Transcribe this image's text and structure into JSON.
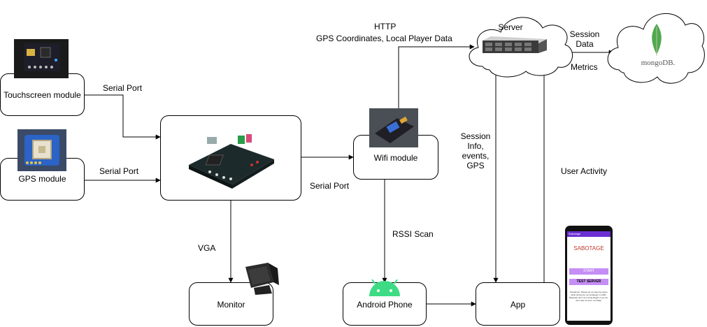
{
  "nodes": {
    "touchscreen": "Touchscreen module",
    "gps": "GPS module",
    "monitor": "Monitor",
    "wifi": "Wifi module",
    "android": "Android Phone",
    "app": "App",
    "server": "Server"
  },
  "edges": {
    "serial1": "Serial Port",
    "serial2": "Serial Port",
    "serial3": "Serial Port",
    "vga": "VGA",
    "http_line1": "HTTP",
    "http_line2": "GPS Coordinates, Local Player Data",
    "rssi": "RSSI Scan",
    "session_info_1": "Session",
    "session_info_2": "Info,",
    "session_info_3": "events,",
    "session_info_4": "GPS",
    "user_activity": "User Activity",
    "session_data_1": "Session",
    "session_data_2": "Data",
    "metrics": "Metrics"
  },
  "images": {
    "mongo_text": "mongoDB.",
    "phone_header": "Sabotage",
    "phone_title": "SABOTAGE",
    "phone_start": "START",
    "phone_test": "TEST SERVER",
    "phone_disclaimer": "Disclaimer: Please do not play the game while driving do not endanger in traffic. Basically don't do a thing illegal. If you do, don't ask us we're not liable."
  },
  "colors": {
    "android_green": "#3ddc84",
    "mongo_green": "#4fa94d",
    "phone_button": "#c58ef5"
  }
}
